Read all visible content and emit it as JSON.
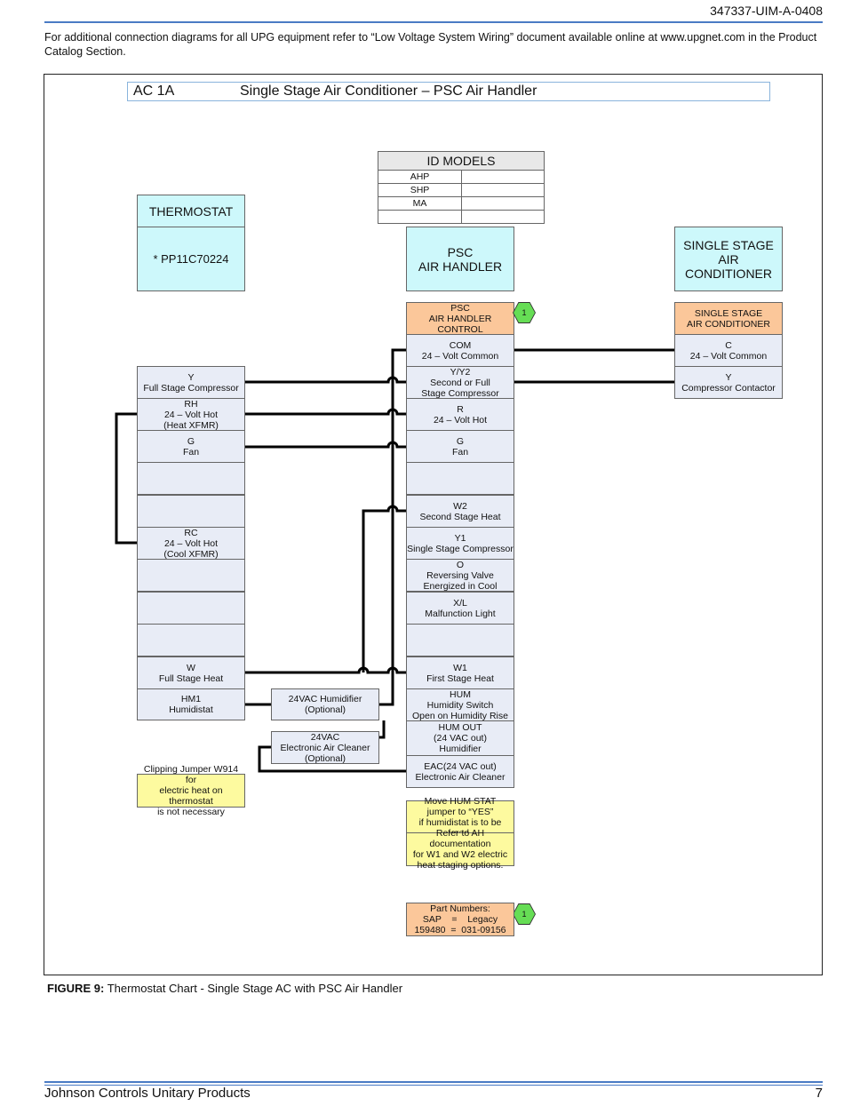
{
  "doc_id": "347337-UIM-A-0408",
  "intro": "For additional connection diagrams for all UPG equipment refer to “Low Voltage System Wiring” document available online at www.upgnet.com in the Product Catalog Section.",
  "title": {
    "code": "AC 1A",
    "text": "Single Stage Air Conditioner – PSC Air Handler"
  },
  "id_models": {
    "header": "ID MODELS",
    "rows": [
      "AHP",
      "SHP",
      "MA",
      ""
    ]
  },
  "thermostat": {
    "header": "THERMOSTAT",
    "model": "* PP11C70224",
    "terminals": [
      [
        "Y",
        "Full Stage Compressor"
      ],
      [
        "RH",
        "24 – Volt Hot",
        "(Heat XFMR)"
      ],
      [
        "G",
        "Fan"
      ],
      [],
      [],
      [
        "RC",
        "24 – Volt Hot",
        "(Cool XFMR)"
      ],
      [],
      [],
      [],
      [
        "W",
        "Full Stage Heat"
      ],
      [
        "HM1",
        "Humidistat"
      ]
    ]
  },
  "air_handler": {
    "header": [
      "PSC",
      "AIR HANDLER"
    ],
    "control": [
      "PSC",
      "AIR HANDLER CONTROL"
    ],
    "terminals": [
      [
        "COM",
        "24 – Volt Common"
      ],
      [
        "Y/Y2",
        "Second or Full",
        "Stage Compressor"
      ],
      [
        "R",
        "24 – Volt Hot"
      ],
      [
        "G",
        "Fan"
      ],
      [],
      [
        "W2",
        "Second Stage Heat"
      ],
      [
        "Y1",
        "Single Stage Compressor"
      ],
      [
        "O",
        "Reversing Valve",
        "Energized in Cool"
      ],
      [
        "X/L",
        "Malfunction Light"
      ],
      [],
      [
        "W1",
        "First Stage Heat"
      ],
      [
        "HUM",
        "Humidity Switch",
        "Open on Humidity Rise"
      ],
      [
        "HUM OUT",
        "(24 VAC out)",
        "Humidifier"
      ],
      [
        "EAC(24 VAC out)",
        "Electronic Air Cleaner"
      ]
    ]
  },
  "condenser": {
    "header": [
      "SINGLE STAGE",
      "AIR",
      "CONDITIONER"
    ],
    "control": [
      "SINGLE STAGE",
      "AIR CONDITIONER"
    ],
    "terminals": [
      [
        "C",
        "24 – Volt Common"
      ],
      [
        "Y",
        "Compressor Contactor"
      ]
    ]
  },
  "accessories": {
    "humidifier": [
      "24VAC Humidifier",
      "(Optional)"
    ],
    "air_cleaner": [
      "24VAC",
      "Electronic Air Cleaner",
      "(Optional)"
    ]
  },
  "notes": {
    "jumper": [
      "Clipping Jumper W914 for",
      "electric heat on thermostat",
      "is not necessary"
    ],
    "hum_stat": [
      "Move HUM STAT",
      "jumper to “YES”",
      "if humidistat is to be used."
    ],
    "ah_doc": [
      "Refer to AH documentation",
      "for W1 and W2 electric",
      "heat staging options."
    ],
    "parts": [
      "Part Numbers:",
      "SAP    =    Legacy",
      "159480  =  031-09156"
    ]
  },
  "badge": "1",
  "caption": {
    "label": "FIGURE 9:",
    "text": "Thermostat Chart - Single Stage AC with PSC Air Handler"
  },
  "footer": {
    "company": "Johnson Controls Unitary Products",
    "page": "7"
  }
}
